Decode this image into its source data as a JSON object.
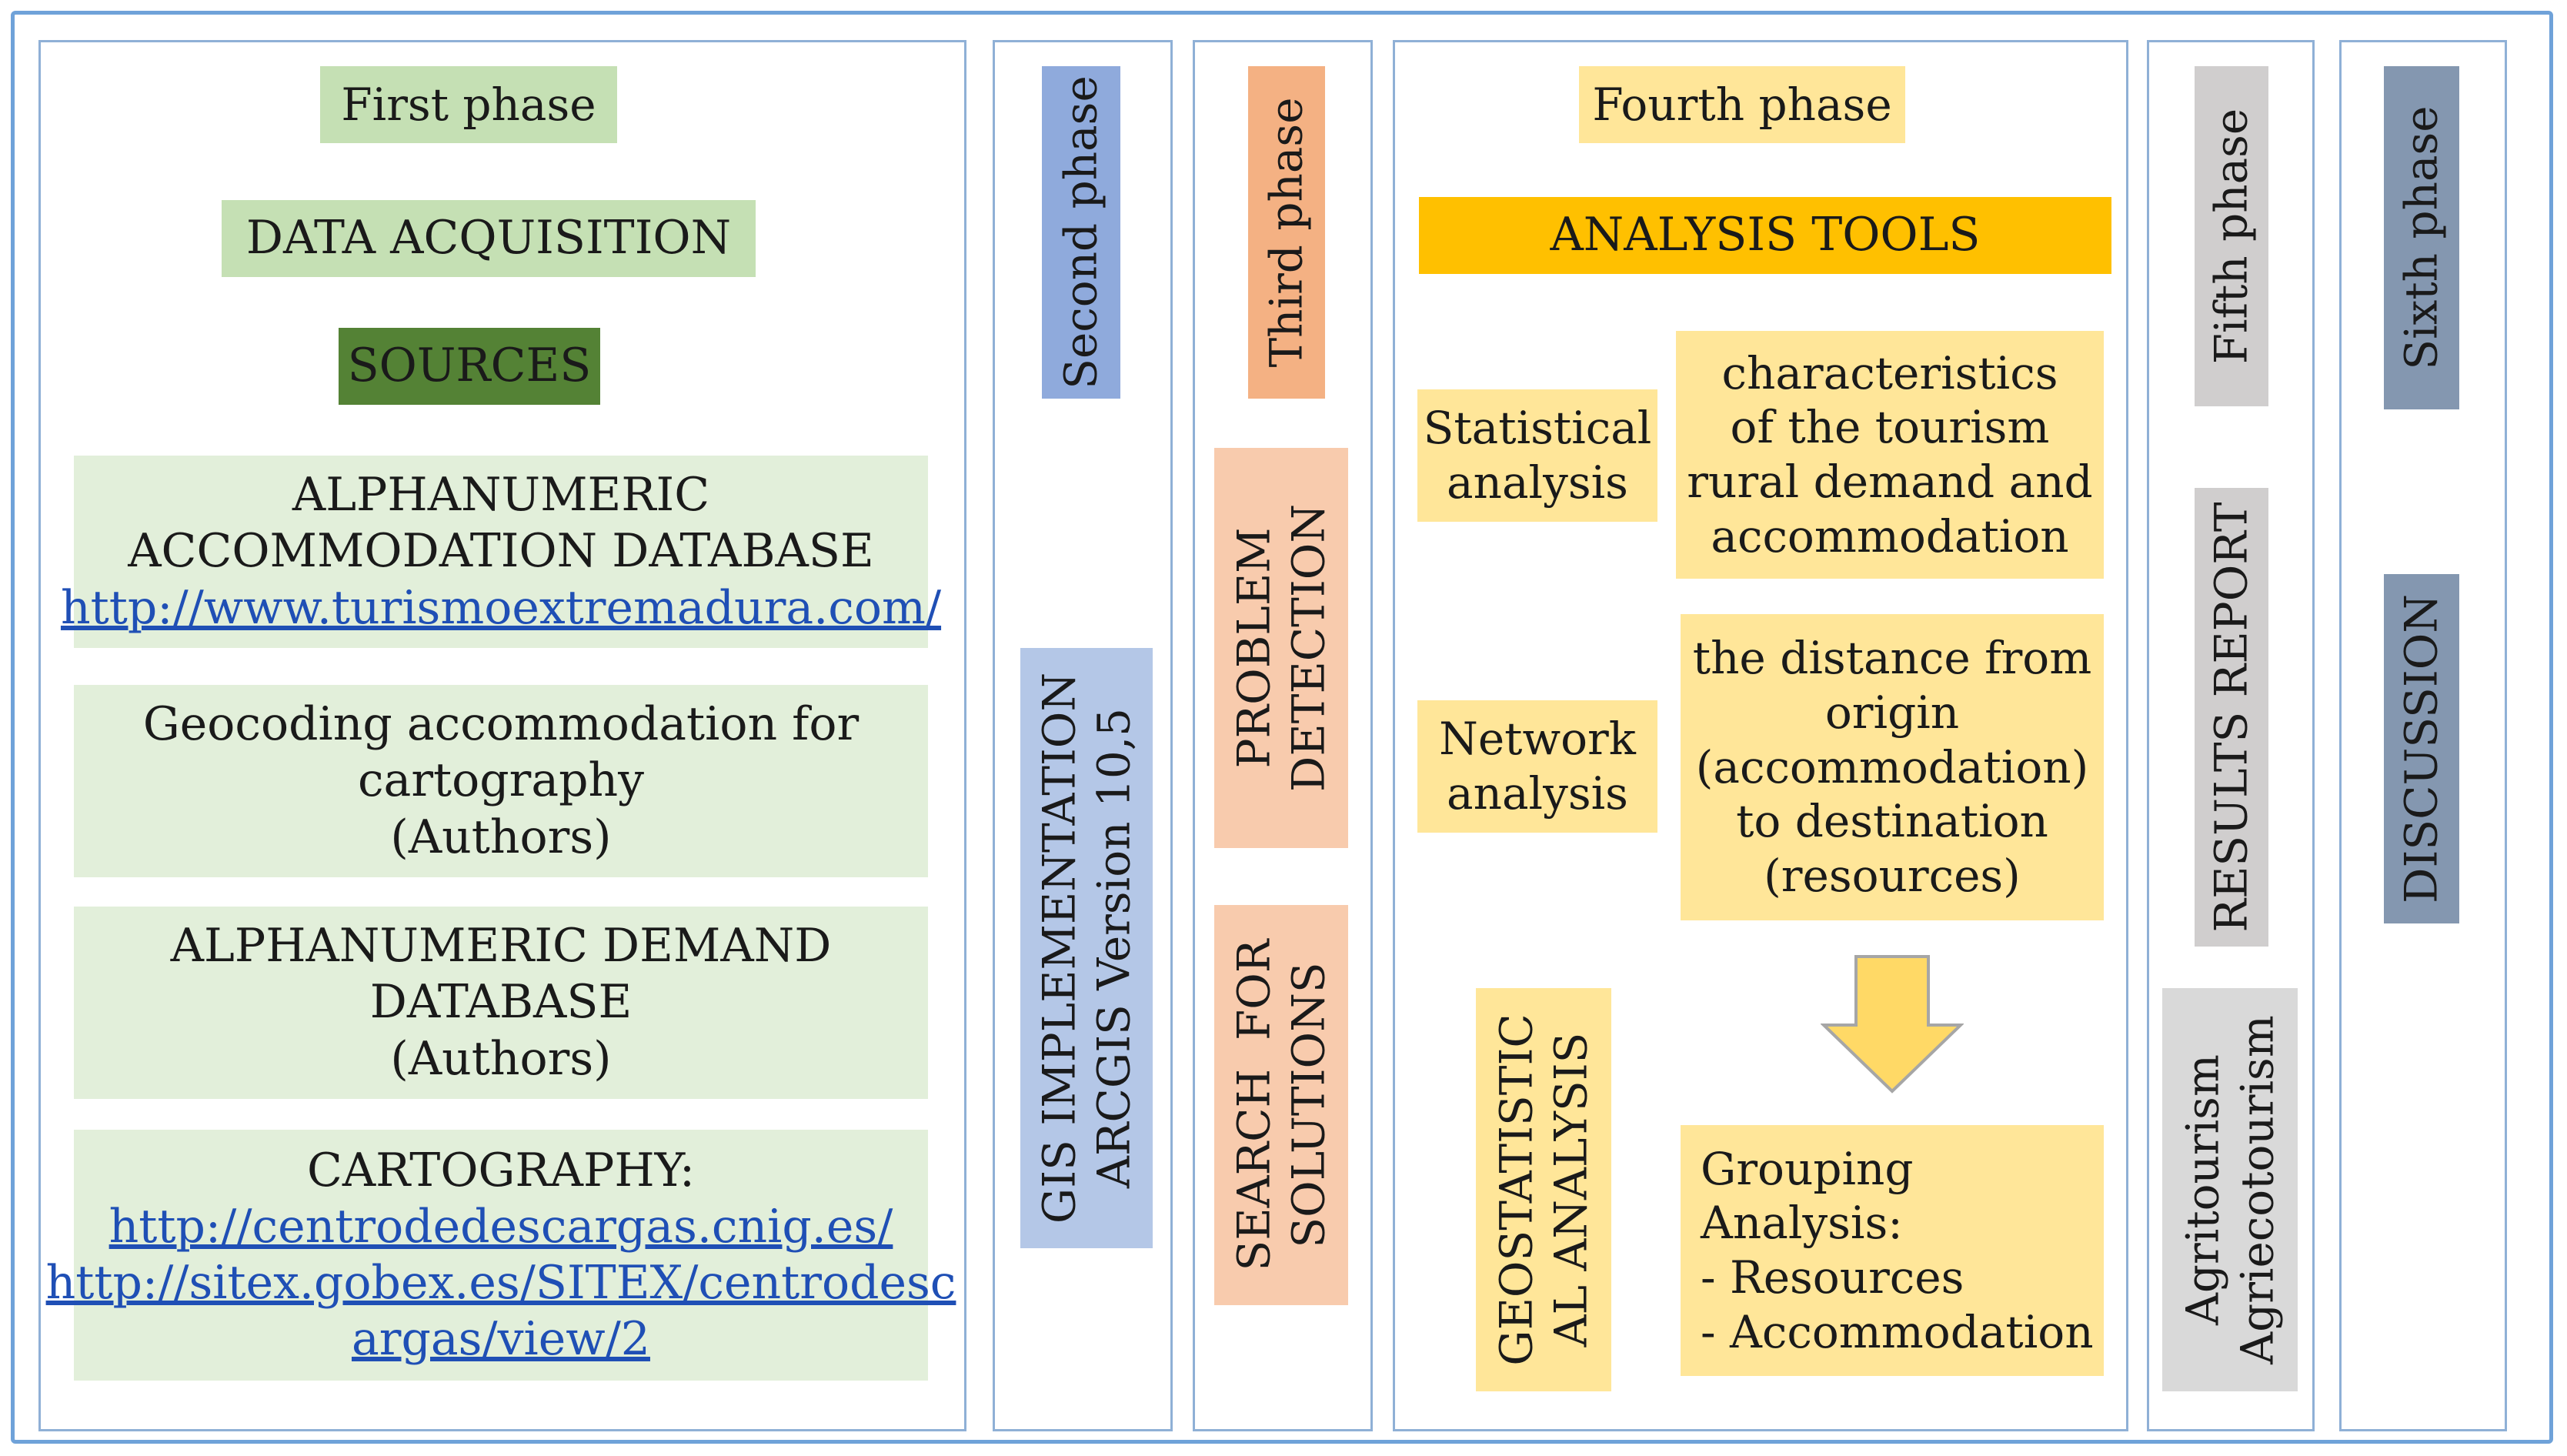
{
  "colors": {
    "frame_border": "#6fa2d9",
    "column_border": "#8fb0d6",
    "green_light": "#c5e0b4",
    "green_pale": "#e2efda",
    "green_dark": "#548235",
    "gold": "#ffc000",
    "yellow_pale": "#ffe699",
    "orange": "#f4b183",
    "orange_pale": "#f8cbad",
    "blue": "#8faadc",
    "blue_pale": "#b4c7e7",
    "gray": "#d0cece",
    "gray_pale": "#d9d9d9",
    "slate": "#8497b0",
    "link": "#1f4fb5"
  },
  "phase1": {
    "title": "First phase",
    "subtitle": "DATA ACQUISITION",
    "sources": "SOURCES",
    "box1": {
      "line1": "ALPHANUMERIC",
      "line2": "ACCOMMODATION DATABASE",
      "link": "http://www.turismoextremadura.com/"
    },
    "box2": {
      "line1": "Geocoding accommodation for",
      "line2": "cartography",
      "line3": "(Authors)"
    },
    "box3": {
      "line1": "ALPHANUMERIC DEMAND",
      "line2": "DATABASE",
      "line3": "(Authors)"
    },
    "box4": {
      "line1": "CARTOGRAPHY:",
      "link1": "http://centrodedescargas.cnig.es/",
      "link2a": "http://sitex.gobex.es/SITEX/centrodesc",
      "link2b": "argas/view/2"
    }
  },
  "phase2": {
    "title": "Second phase",
    "line1": "GIS IMPLEMENTATION",
    "line2": "ARCGIS Version 10,5"
  },
  "phase3": {
    "title": "Third phase",
    "problem1": "PROBLEM",
    "problem2": "DETECTION",
    "search1": "SEARCH  FOR",
    "search2": "SOLUTIONS"
  },
  "phase4": {
    "title": "Fourth phase",
    "tools": "ANALYSIS TOOLS",
    "statistical1": "Statistical",
    "statistical2": "analysis",
    "characteristics": [
      "characteristics",
      "of the tourism",
      "rural demand and",
      "accommodation"
    ],
    "network1": "Network",
    "network2": "analysis",
    "distance": [
      "the distance from",
      "origin",
      "(accommodation)",
      "to destination",
      "(resources)"
    ],
    "geo1": "GEOSTATISTIC",
    "geo2": "AL ANALYSIS",
    "grouping": [
      "Grouping",
      "Analysis:",
      "- Resources",
      "- Accommodation"
    ],
    "arrow_icon": "down-arrow-icon"
  },
  "phase5": {
    "title": "Fifth phase",
    "report": "RESULTS REPORT",
    "agri1": "Agritourism",
    "agri2": "Agriecotourism"
  },
  "phase6": {
    "title": "Sixth phase",
    "discussion": "DISCUSSION"
  }
}
